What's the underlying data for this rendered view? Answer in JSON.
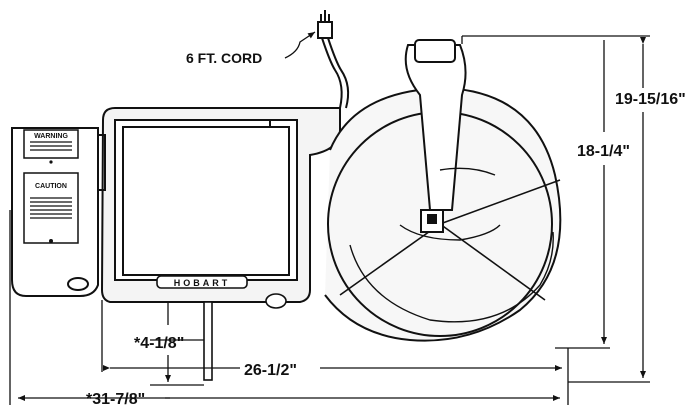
{
  "diagram": {
    "labels": {
      "cord": "6 FT. CORD",
      "overall_height": "19-15/16\"",
      "body_height": "18-1/4\"",
      "leg_height": "*4-1/8\"",
      "body_length": "26-1/2\"",
      "overall_length": "*31-7/8\"",
      "warning": "WARNING",
      "caution": "CAUTION",
      "brand": "HOBART"
    }
  }
}
